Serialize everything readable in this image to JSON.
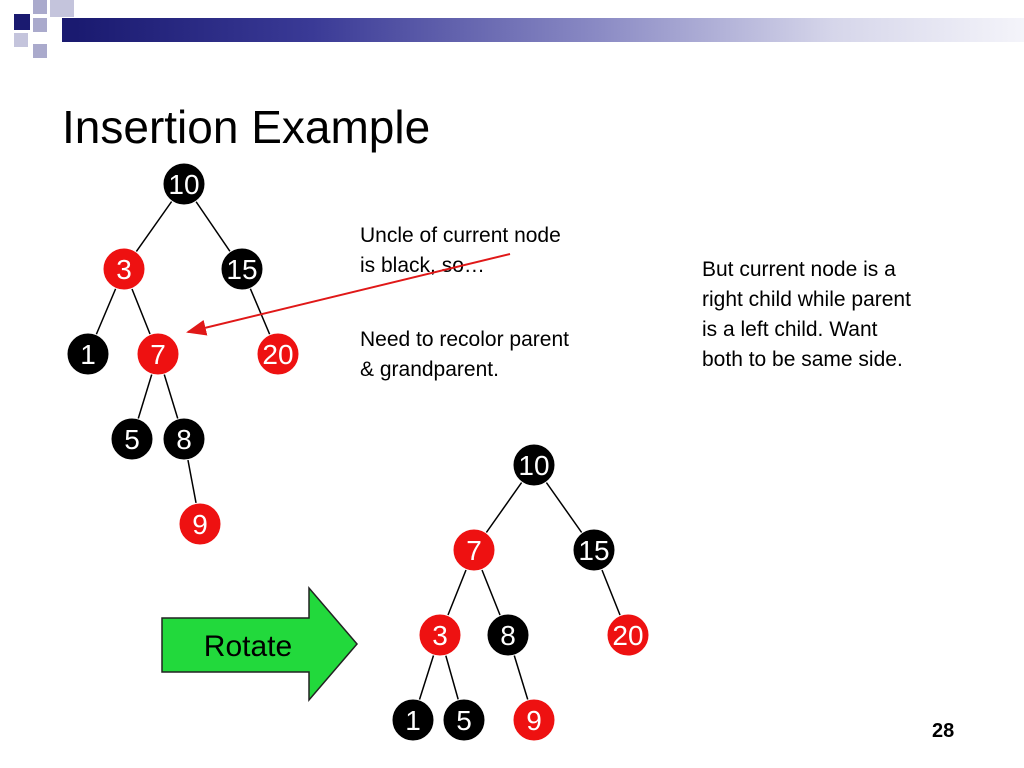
{
  "slide": {
    "title": "Insertion Example",
    "page_number": "28",
    "notes": {
      "uncle": "Uncle of current node\nis black, so…",
      "recolor": "Need to recolor parent\n& grandparent.",
      "side": "But current node is a\nright child while parent\nis a left child.  Want\nboth to be same side."
    },
    "arrow_label": "Rotate"
  },
  "colors": {
    "red_node": "#ee1111",
    "black_node": "#000000",
    "node_text": "#ffffff",
    "pointer_arrow": "#e01818",
    "rotate_arrow_fill": "#22d93c",
    "title_bar_dark": "#1a1a70",
    "decor_squares": [
      "#1a1a70",
      "#aaaacc"
    ]
  },
  "diagram": {
    "tree_before": {
      "nodes": [
        {
          "id": "b10",
          "label": "10",
          "color": "black"
        },
        {
          "id": "b3",
          "label": "3",
          "color": "red"
        },
        {
          "id": "b15",
          "label": "15",
          "color": "black"
        },
        {
          "id": "b1",
          "label": "1",
          "color": "black"
        },
        {
          "id": "b7",
          "label": "7",
          "color": "red"
        },
        {
          "id": "b20",
          "label": "20",
          "color": "red"
        },
        {
          "id": "b5",
          "label": "5",
          "color": "black"
        },
        {
          "id": "b8",
          "label": "8",
          "color": "black"
        },
        {
          "id": "b9",
          "label": "9",
          "color": "red"
        }
      ],
      "edges": [
        [
          "b10",
          "b3"
        ],
        [
          "b10",
          "b15"
        ],
        [
          "b3",
          "b1"
        ],
        [
          "b3",
          "b7"
        ],
        [
          "b15",
          "b20"
        ],
        [
          "b7",
          "b5"
        ],
        [
          "b7",
          "b8"
        ],
        [
          "b8",
          "b9"
        ]
      ]
    },
    "tree_after": {
      "nodes": [
        {
          "id": "a10",
          "label": "10",
          "color": "black"
        },
        {
          "id": "a7",
          "label": "7",
          "color": "red"
        },
        {
          "id": "a15",
          "label": "15",
          "color": "black"
        },
        {
          "id": "a3",
          "label": "3",
          "color": "red"
        },
        {
          "id": "a8",
          "label": "8",
          "color": "black"
        },
        {
          "id": "a20",
          "label": "20",
          "color": "red"
        },
        {
          "id": "a1",
          "label": "1",
          "color": "black"
        },
        {
          "id": "a5",
          "label": "5",
          "color": "black"
        },
        {
          "id": "a9",
          "label": "9",
          "color": "red"
        }
      ],
      "edges": [
        [
          "a10",
          "a7"
        ],
        [
          "a10",
          "a15"
        ],
        [
          "a7",
          "a3"
        ],
        [
          "a7",
          "a8"
        ],
        [
          "a15",
          "a20"
        ],
        [
          "a3",
          "a1"
        ],
        [
          "a3",
          "a5"
        ],
        [
          "a8",
          "a9"
        ]
      ]
    },
    "pointer_from": "uncle-note",
    "pointer_to": "b7"
  }
}
